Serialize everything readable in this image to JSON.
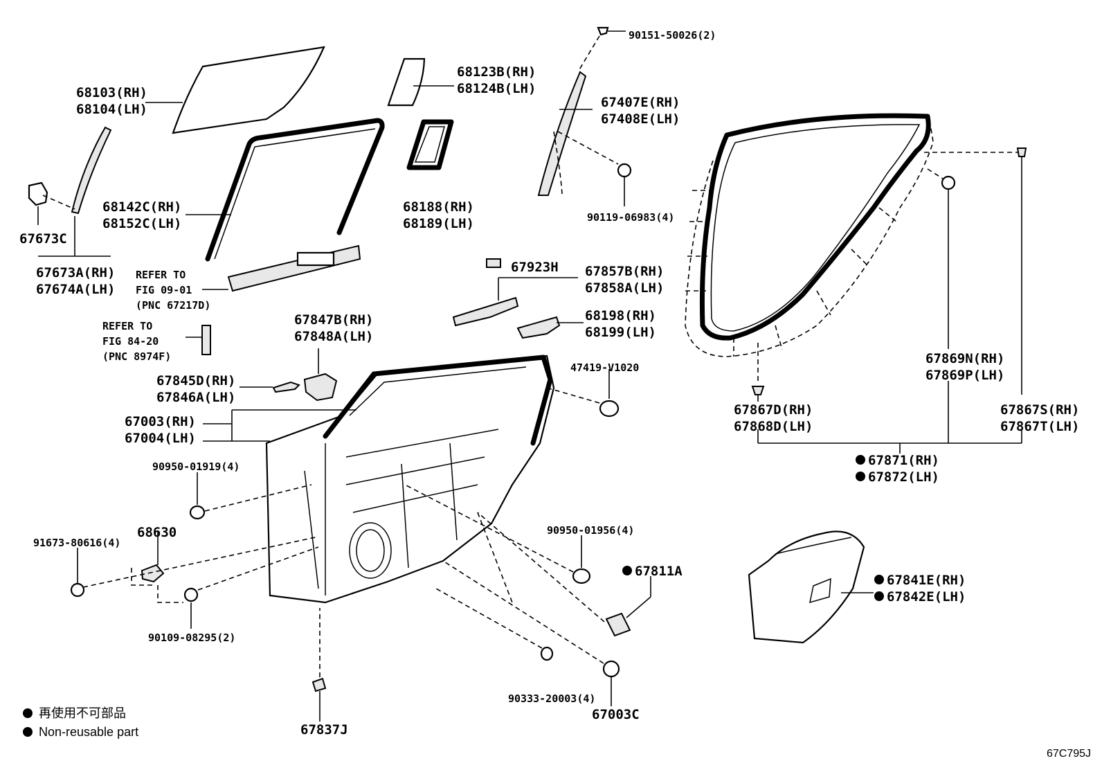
{
  "labels": {
    "p90151": "90151-50026(2)",
    "p68123b": "68123B(RH)",
    "p68124b": "68124B(LH)",
    "p68103": "68103(RH)",
    "p68104": "68104(LH)",
    "p67407e": "67407E(RH)",
    "p67408e": "67408E(LH)",
    "p67673c": "67673C",
    "p67673a": "67673A(RH)",
    "p67674a": "67674A(LH)",
    "p68142c": "68142C(RH)",
    "p68152c": "68152C(LH)",
    "p68188": "68188(RH)",
    "p68189": "68189(LH)",
    "p90119": "90119-06983(4)",
    "p67923h": "67923H",
    "p67857b": "67857B(RH)",
    "p67858a": "67858A(LH)",
    "ref1_a": "REFER TO",
    "ref1_b": "FIG 09-01",
    "ref1_c": "(PNC 67217D)",
    "ref2_a": "REFER TO",
    "ref2_b": "FIG 84-20",
    "ref2_c": "(PNC 8974F)",
    "p68198": "68198(RH)",
    "p68199": "68199(LH)",
    "p67847b": "67847B(RH)",
    "p67848a": "67848A(LH)",
    "p47419": "47419-V1020",
    "p67845d": "67845D(RH)",
    "p67846a": "67846A(LH)",
    "p67003": "67003(RH)",
    "p67004": "67004(LH)",
    "p67869n": "67869N(RH)",
    "p67869p": "67869P(LH)",
    "p67867d": "67867D(RH)",
    "p67868d": "67868D(LH)",
    "p67867s": "67867S(RH)",
    "p67867t": "67867T(LH)",
    "p67871": "67871(RH)",
    "p67872": "67872(LH)",
    "p90950a": "90950-01919(4)",
    "p68630": "68630",
    "p91673": "91673-80616(4)",
    "p90950b": "90950-01956(4)",
    "p67811a": "67811A",
    "p67841e": "67841E(RH)",
    "p67842e": "67842E(LH)",
    "p90109": "90109-08295(2)",
    "p90333": "90333-20003(4)",
    "p67003c": "67003C",
    "p67837j": "67837J"
  },
  "legend": {
    "line1": "再使用不可部品",
    "line2": "Non-reusable part"
  },
  "figure_code": "67C795J"
}
